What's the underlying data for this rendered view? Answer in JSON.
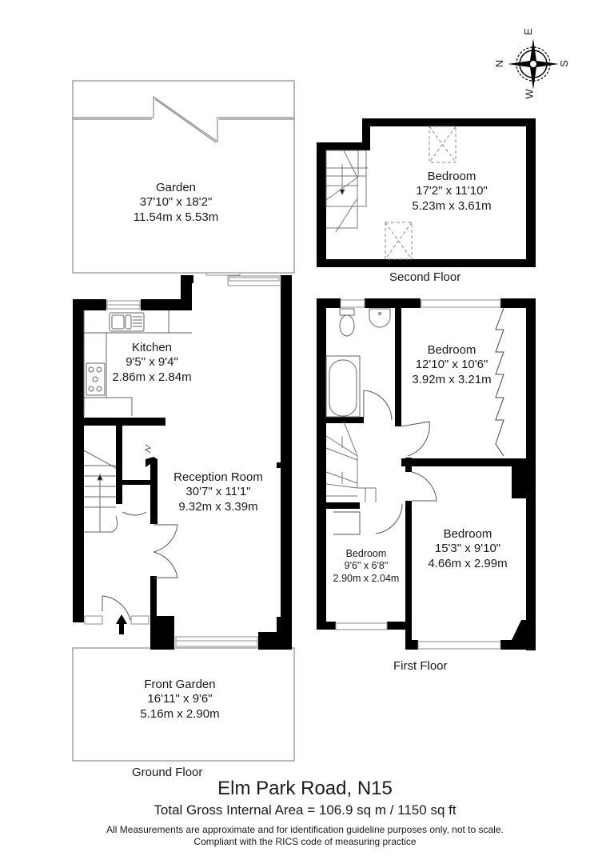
{
  "property": {
    "title": "Elm Park Road, N15",
    "total_area": "Total Gross Internal Area = 106.9 sq m / 1150 sq ft",
    "disclaimer_line1": "All Measurements are approximate and for identification guideline purposes only, not to scale.",
    "disclaimer_line2": "Compliant with the RICS code of measuring practice"
  },
  "compass": {
    "icon": "compass-rose-icon",
    "north": "N",
    "east": "E",
    "south": "S",
    "west": "W"
  },
  "floors": {
    "ground": {
      "label": "Ground Floor",
      "rooms": {
        "garden": {
          "name": "Garden",
          "imperial": "37'10\" x 18'2\"",
          "metric": "11.54m x 5.53m"
        },
        "kitchen": {
          "name": "Kitchen",
          "imperial": "9'5\" x 9'4\"",
          "metric": "2.86m x 2.84m"
        },
        "reception": {
          "name": "Reception Room",
          "imperial": "30'7\" x 11'1\"",
          "metric": "9.32m x 3.39m"
        },
        "front_garden": {
          "name": "Front Garden",
          "imperial": "16'11\" x 9'6\"",
          "metric": "5.16m x 2.90m"
        }
      }
    },
    "first": {
      "label": "First Floor",
      "rooms": {
        "bedroom_rear": {
          "name": "Bedroom",
          "imperial": "12'10\" x 10'6\"",
          "metric": "3.92m x 3.21m"
        },
        "bedroom_front": {
          "name": "Bedroom",
          "imperial": "15'3\" x 9'10\"",
          "metric": "4.66m x 2.99m"
        },
        "bedroom_small": {
          "name": "Bedroom",
          "imperial": "9'6\" x 6'8\"",
          "metric": "2.90m x 2.04m"
        }
      }
    },
    "second": {
      "label": "Second Floor",
      "rooms": {
        "bedroom": {
          "name": "Bedroom",
          "imperial": "17'2\" x 11'10\"",
          "metric": "5.23m x 3.61m"
        }
      }
    }
  },
  "colors": {
    "wall": "#000000",
    "outline": "#8c8c8c",
    "fixture": "#555555",
    "background": "#ffffff"
  }
}
